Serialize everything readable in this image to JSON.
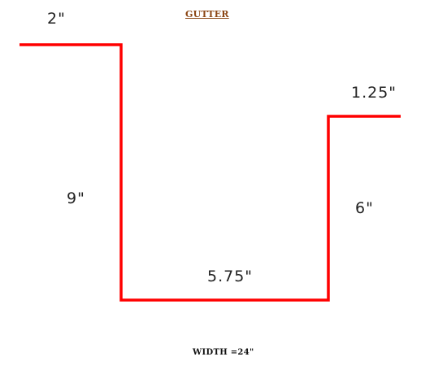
{
  "title": "GUTTER",
  "footer": "WIDTH =24\"",
  "colors": {
    "profile_line": "#ff0000",
    "title_text": "#8b4513",
    "dimension_text": "#222222"
  },
  "dimensions": {
    "top_left_flange": "2\"",
    "left_wall": "9\"",
    "bottom": "5.75\"",
    "right_wall": "6\"",
    "top_right_flange": "1.25\""
  }
}
